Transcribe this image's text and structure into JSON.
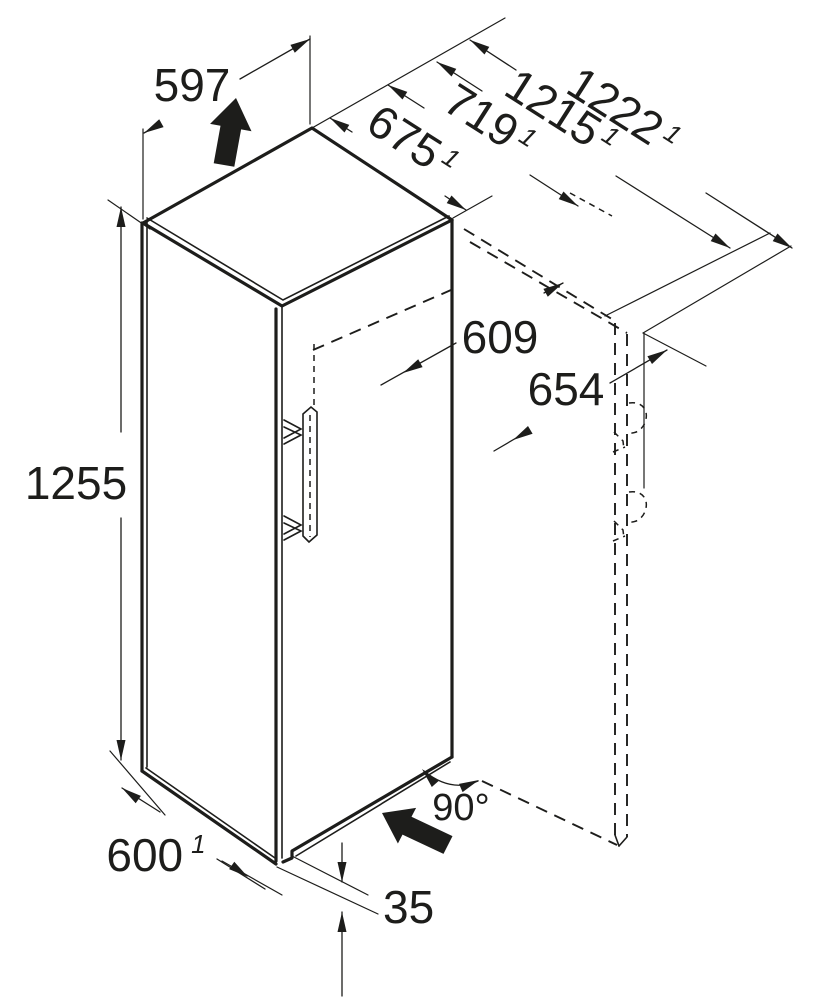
{
  "diagram": {
    "title": "refrigerator-dimension-drawing",
    "units": "mm",
    "ink_color": "#1d1d1b",
    "background_color": "#ffffff",
    "dimensions": {
      "top_width": {
        "text": "597"
      },
      "body_depth": {
        "text": "675",
        "footnote": "1"
      },
      "depth_incl_door": {
        "text": "719",
        "footnote": "1"
      },
      "depth_door_open": {
        "text": "1215",
        "footnote": "1"
      },
      "depth_door_open_incl_handle": {
        "text": "1222",
        "footnote": "1"
      },
      "door_width_open": {
        "text": "609"
      },
      "wall_clearance_open": {
        "text": "654"
      },
      "height": {
        "text": "1255"
      },
      "bottom_depth": {
        "text": "600",
        "footnote": "1"
      },
      "plinth_height": {
        "text": "35"
      },
      "door_opening_angle": {
        "text": "90°"
      }
    }
  }
}
